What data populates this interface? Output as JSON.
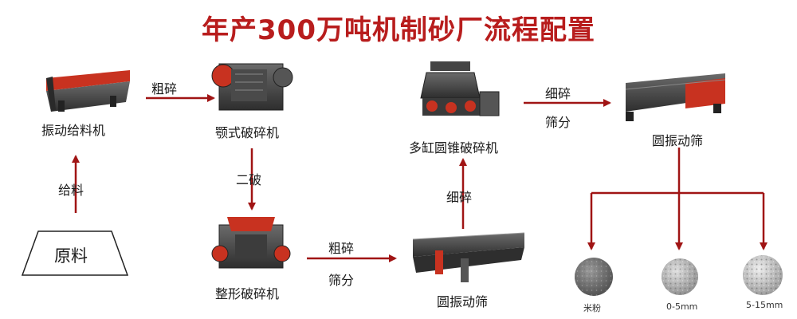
{
  "title": "年产300万吨机制砂厂流程配置",
  "colors": {
    "title": "#b81d1d",
    "arrow": "#a01414",
    "machine": "#3a3a3a",
    "accent": "#d23a1e"
  },
  "raw_material": "原料",
  "nodes": {
    "vibrating_feeder": "振动给料机",
    "jaw_crusher": "颚式破碎机",
    "shaping_crusher": "整形破碎机",
    "screen_1": "圆振动筛",
    "cone_crusher": "多缸圆锥破碎机",
    "screen_2": "圆振动筛"
  },
  "edges": {
    "feed": "给料",
    "coarse": "粗碎",
    "secondary": "二破",
    "coarse_screen_1": "粗碎",
    "coarse_screen_2": "筛分",
    "fine_up": "细碎",
    "fine_screen_1": "细碎",
    "fine_screen_2": "筛分"
  },
  "products": [
    "米粉",
    "0-5mm",
    "5-15mm"
  ]
}
